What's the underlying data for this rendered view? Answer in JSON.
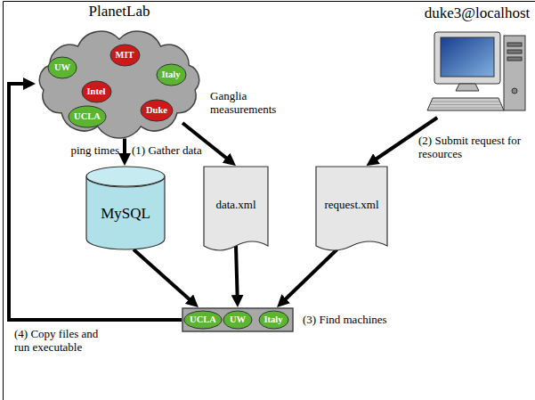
{
  "diagram": {
    "nodes": [
      {
        "text": [
          "PlanetLab"
        ]
      },
      {
        "text": [
          "UW"
        ],
        "in": 0
      },
      {
        "text": [
          "MIT"
        ],
        "in": 0
      },
      {
        "text": [
          "Italy"
        ],
        "in": 0
      },
      {
        "text": [
          "Intel"
        ],
        "in": 0
      },
      {
        "text": [
          "UCLA"
        ],
        "in": 0
      },
      {
        "text": [
          "Duke"
        ],
        "in": 0
      },
      {
        "text": [
          "duke3@localhost"
        ]
      },
      {
        "text": [
          "MySQL"
        ]
      },
      {
        "text": [
          "data.xml"
        ]
      },
      {
        "text": [
          "request.xml"
        ]
      },
      {
        "text": [
          "(3) Find machines"
        ]
      },
      {
        "text": [
          "UCLA"
        ],
        "in": 11
      },
      {
        "text": [
          "UW"
        ],
        "in": 11
      },
      {
        "text": [
          "Italy"
        ],
        "in": 11
      }
    ],
    "edges": [
      {
        "from": 0,
        "to": 8,
        "arrow": "to",
        "label": "(1) Gather data"
      },
      {
        "from": 0,
        "to": 9,
        "arrow": "to",
        "label": "Ganglia measurements"
      },
      {
        "from": 7,
        "to": 10,
        "arrow": "to",
        "label": "(2) Submit request for resources"
      },
      {
        "from": 8,
        "to": 11,
        "arrow": "to"
      },
      {
        "from": 9,
        "to": 11,
        "arrow": "to"
      },
      {
        "from": 10,
        "to": 11,
        "arrow": "to"
      },
      {
        "from": 11,
        "to": 0,
        "arrow": "to",
        "label": "(4) Copy files and run executable"
      }
    ],
    "labels": [
      "ping times"
    ]
  }
}
